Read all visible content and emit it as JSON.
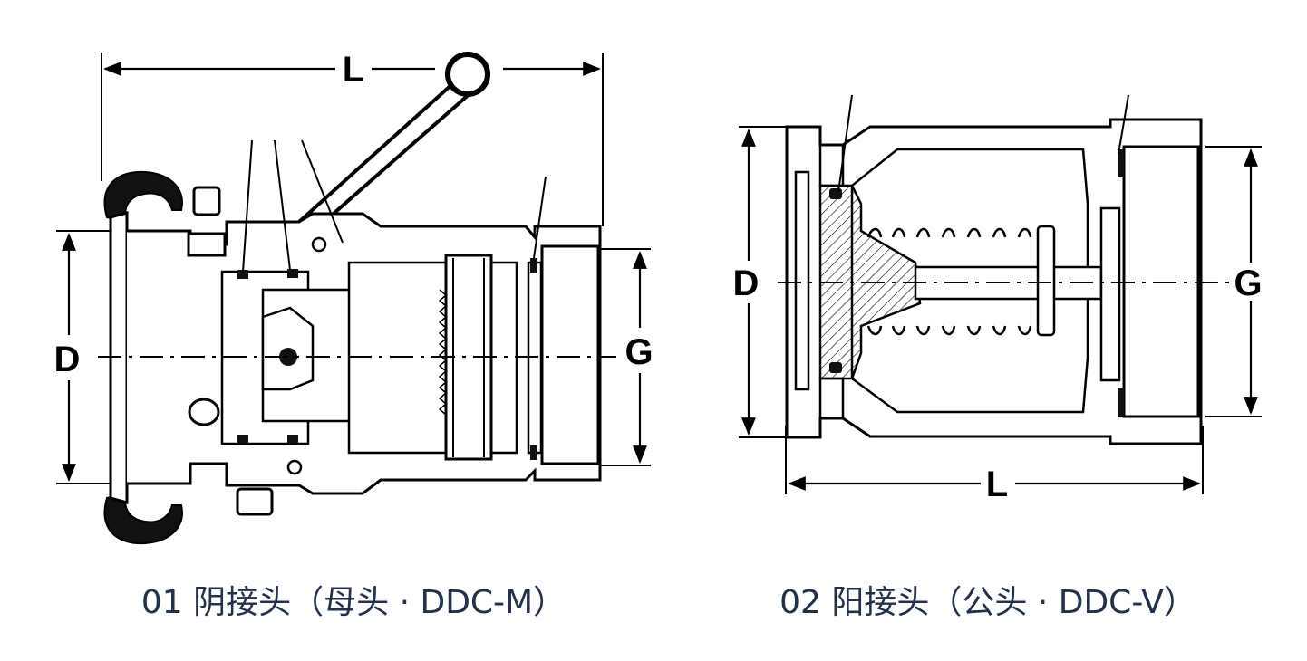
{
  "figure_1": {
    "dim_L": "L",
    "dim_D": "D",
    "dim_G": "G",
    "caption": "01 阴接头（母头 · DDC-M）"
  },
  "figure_2": {
    "dim_L": "L",
    "dim_D": "D",
    "dim_G": "G",
    "caption": "02 阳接头（公头 · DDC-V）"
  },
  "colors": {
    "line": "#000000",
    "caption": "#22304a",
    "background": "#ffffff"
  }
}
